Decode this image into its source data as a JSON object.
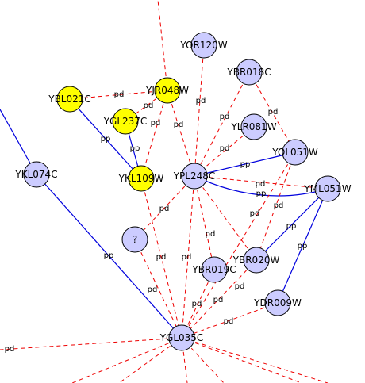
{
  "colors": {
    "pp_edge": "#0000dd",
    "pd_edge": "#ee0000",
    "node_default": "#ccccff",
    "node_highlight": "#ffff00",
    "node_stroke": "#000000"
  },
  "diagram": {
    "nodes": [
      {
        "id": "YOR120W",
        "label": "YOR120W",
        "highlight": false
      },
      {
        "id": "YBR018C",
        "label": "YBR018C",
        "highlight": false
      },
      {
        "id": "YJR048W",
        "label": "YJR048W",
        "highlight": true
      },
      {
        "id": "YBL021C",
        "label": "YBL021C",
        "highlight": true
      },
      {
        "id": "YGL237C",
        "label": "YGL237C",
        "highlight": true
      },
      {
        "id": "YLR081W",
        "label": "YLR081W",
        "highlight": false
      },
      {
        "id": "YOL051W",
        "label": "YOL051W",
        "highlight": false
      },
      {
        "id": "YKL074C",
        "label": "YKL074C",
        "highlight": false
      },
      {
        "id": "YKL109W",
        "label": "YKL109W",
        "highlight": true
      },
      {
        "id": "YPL248C",
        "label": "YPL248C",
        "highlight": false
      },
      {
        "id": "YML051W",
        "label": "YML051W",
        "highlight": false
      },
      {
        "id": "UNKNOWN",
        "label": "?",
        "highlight": false
      },
      {
        "id": "YBR020W",
        "label": "YBR020W",
        "highlight": false
      },
      {
        "id": "YBR019C",
        "label": "YBR019C",
        "highlight": false
      },
      {
        "id": "YDR009W",
        "label": "YDR009W",
        "highlight": false
      },
      {
        "id": "YGL035C",
        "label": "YGL035C",
        "highlight": false
      }
    ],
    "edges": [
      {
        "source": "YBL021C",
        "target": "YJR048W",
        "type": "pd",
        "label": "pd"
      },
      {
        "source": "YBL021C",
        "target": "YKL109W",
        "type": "pp",
        "label": "pp"
      },
      {
        "source": "YGL237C",
        "target": "YKL109W",
        "type": "pp",
        "label": "pp"
      },
      {
        "source": "YJR048W",
        "target": "YGL237C",
        "type": "pd",
        "label": "pd"
      },
      {
        "source": "YJR048W",
        "target": "YKL109W",
        "type": "pd",
        "label": "pd"
      },
      {
        "source": "YJR048W",
        "target": "YPL248C",
        "type": "pd",
        "label": "pd"
      },
      {
        "source": "YOR120W",
        "target": "YPL248C",
        "type": "pd",
        "label": "pd"
      },
      {
        "source": "YBR018C",
        "target": "YPL248C",
        "type": "pd",
        "label": "pd"
      },
      {
        "source": "YBR018C",
        "target": "YOL051W",
        "type": "pd",
        "label": "pd"
      },
      {
        "source": "YLR081W",
        "target": "YPL248C",
        "type": "pd",
        "label": "pd"
      },
      {
        "source": "YPL248C",
        "target": "YOL051W",
        "type": "pp",
        "label": "pp"
      },
      {
        "source": "YPL248C",
        "target": "YML051W",
        "type": "pp",
        "label": "pp"
      },
      {
        "source": "YPL248C",
        "target": "YML051W",
        "type": "pd",
        "label": "pd"
      },
      {
        "source": "YPL248C",
        "target": "YBR020W",
        "type": "pd",
        "label": "pd"
      },
      {
        "source": "YPL248C",
        "target": "YBR019C",
        "type": "pd",
        "label": "pd"
      },
      {
        "source": "YPL248C",
        "target": "UNKNOWN",
        "type": "pd",
        "label": "pd"
      },
      {
        "source": "YPL248C",
        "target": "YGL035C",
        "type": "pd",
        "label": "pd"
      },
      {
        "source": "YOL051W",
        "target": "YBR020W",
        "type": "pd",
        "label": "pd"
      },
      {
        "source": "YOL051W",
        "target": "YGL035C",
        "type": "pd",
        "label": "pd"
      },
      {
        "source": "YML051W",
        "target": "YBR020W",
        "type": "pp",
        "label": "pp"
      },
      {
        "source": "YML051W",
        "target": "YDR009W",
        "type": "pp",
        "label": "pp"
      },
      {
        "source": "YKL109W",
        "target": "YGL035C",
        "type": "pd",
        "label": "pd"
      },
      {
        "source": "YKL074C",
        "target": "YGL035C",
        "type": "pp",
        "label": "pp"
      },
      {
        "source": "UNKNOWN",
        "target": "YGL035C",
        "type": "pd",
        "label": "pd"
      },
      {
        "source": "YBR019C",
        "target": "YGL035C",
        "type": "pd",
        "label": "pd"
      },
      {
        "source": "YBR020W",
        "target": "YGL035C",
        "type": "pd",
        "label": "pd"
      },
      {
        "source": "YDR009W",
        "target": "YGL035C",
        "type": "pd",
        "label": "pd"
      },
      {
        "source": "YGL035C",
        "target": "EXT_LEFT",
        "type": "pd",
        "label": "pd"
      },
      {
        "source": "YJR048W",
        "target": "EXT_TOP",
        "type": "pd",
        "label": ""
      },
      {
        "source": "YKL074C",
        "target": "EXT_TOPLEFT",
        "type": "pp",
        "label": ""
      },
      {
        "source": "YGL035C",
        "target": "EXT_BOTTOM_A",
        "type": "pd",
        "label": ""
      },
      {
        "source": "YGL035C",
        "target": "EXT_BOTTOM_B",
        "type": "pd",
        "label": ""
      },
      {
        "source": "YGL035C",
        "target": "EXT_BOTTOM_C",
        "type": "pd",
        "label": ""
      },
      {
        "source": "YGL035C",
        "target": "EXT_BOTTOM_D",
        "type": "pd",
        "label": ""
      },
      {
        "source": "YGL035C",
        "target": "EXT_BOTTOM_E",
        "type": "pd",
        "label": ""
      },
      {
        "source": "YGL035C",
        "target": "EXT_BOTTOM_F",
        "type": "pd",
        "label": ""
      }
    ]
  }
}
